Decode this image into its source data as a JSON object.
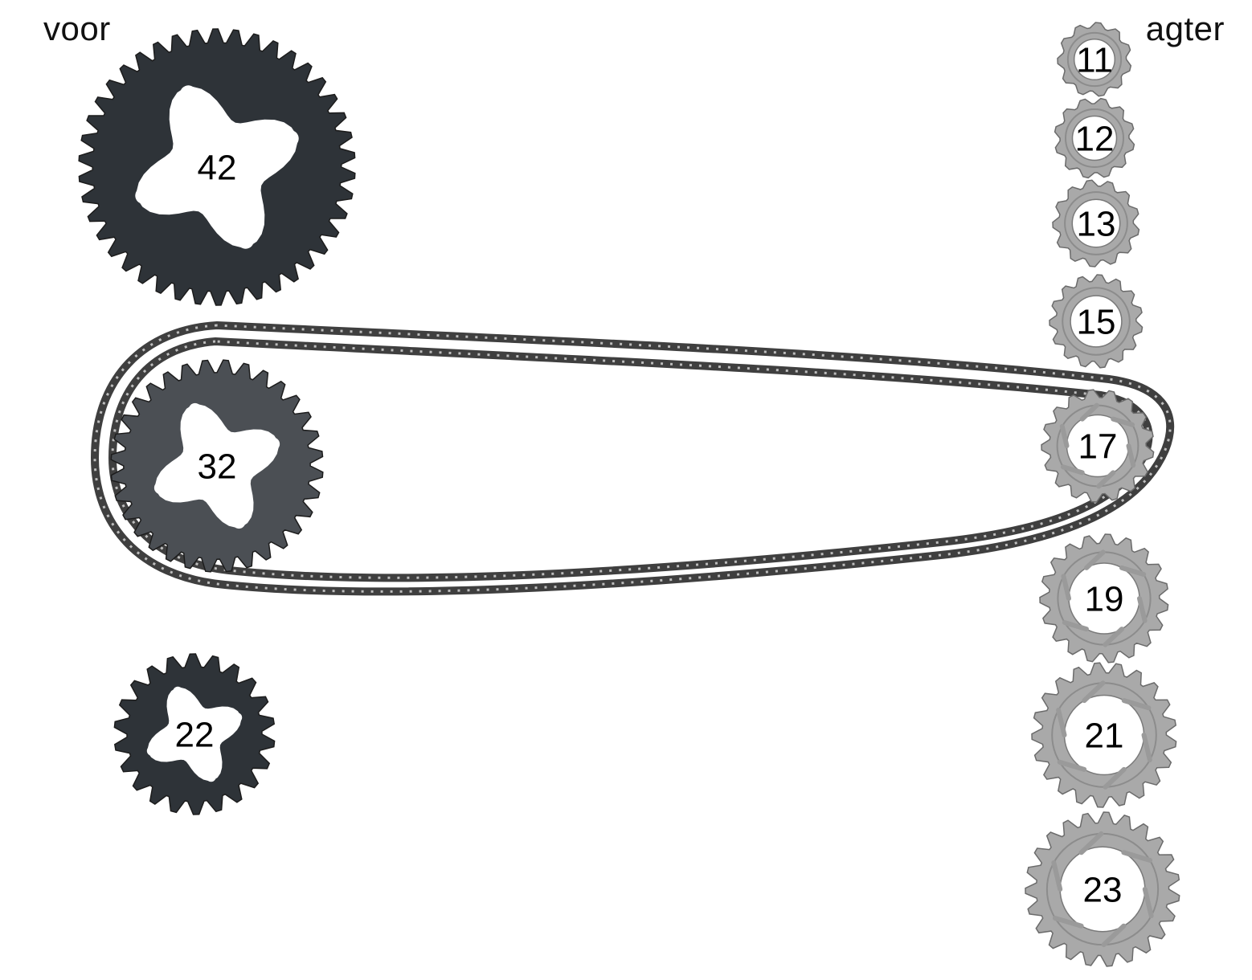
{
  "labels": {
    "front": "voor",
    "rear": "agter"
  },
  "front_chainrings": [
    {
      "teeth": "42"
    },
    {
      "teeth": "32"
    },
    {
      "teeth": "22"
    }
  ],
  "rear_cogs": [
    {
      "teeth": "11"
    },
    {
      "teeth": "12"
    },
    {
      "teeth": "13"
    },
    {
      "teeth": "15"
    },
    {
      "teeth": "17"
    },
    {
      "teeth": "19"
    },
    {
      "teeth": "21"
    },
    {
      "teeth": "23"
    }
  ],
  "colors": {
    "chainring": "#2e3338",
    "cog": "#a9a9a9",
    "chain": "#2a2a2a"
  }
}
